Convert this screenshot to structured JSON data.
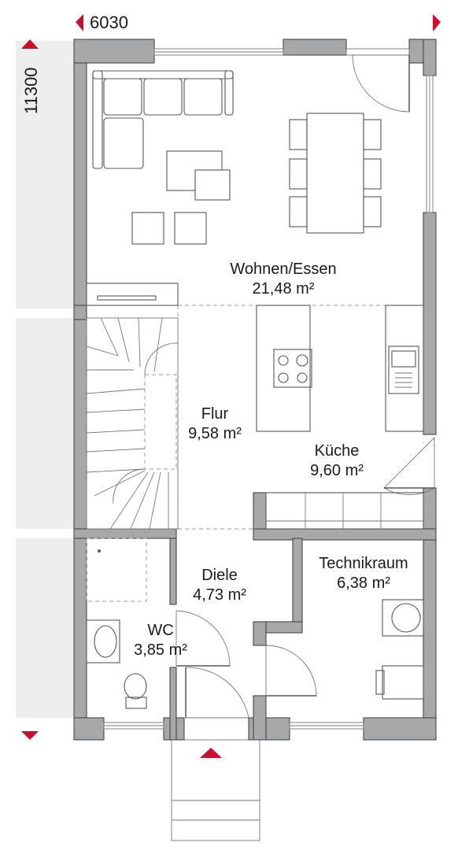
{
  "dimensions": {
    "width_label": "6030",
    "depth_label": "11300"
  },
  "rooms": [
    {
      "name": "Wohnen/Essen",
      "area": "21,48 m²"
    },
    {
      "name": "Flur",
      "area": "9,58 m²"
    },
    {
      "name": "Küche",
      "area": "9,60 m²"
    },
    {
      "name": "Diele",
      "area": "4,73 m²"
    },
    {
      "name": "Technikraum",
      "area": "6,38 m²"
    },
    {
      "name": "WC",
      "area": "3,85 m²"
    }
  ],
  "colors": {
    "wall": "#a7a8aa",
    "arrow": "#c8102e",
    "text": "#1a1a1a"
  }
}
